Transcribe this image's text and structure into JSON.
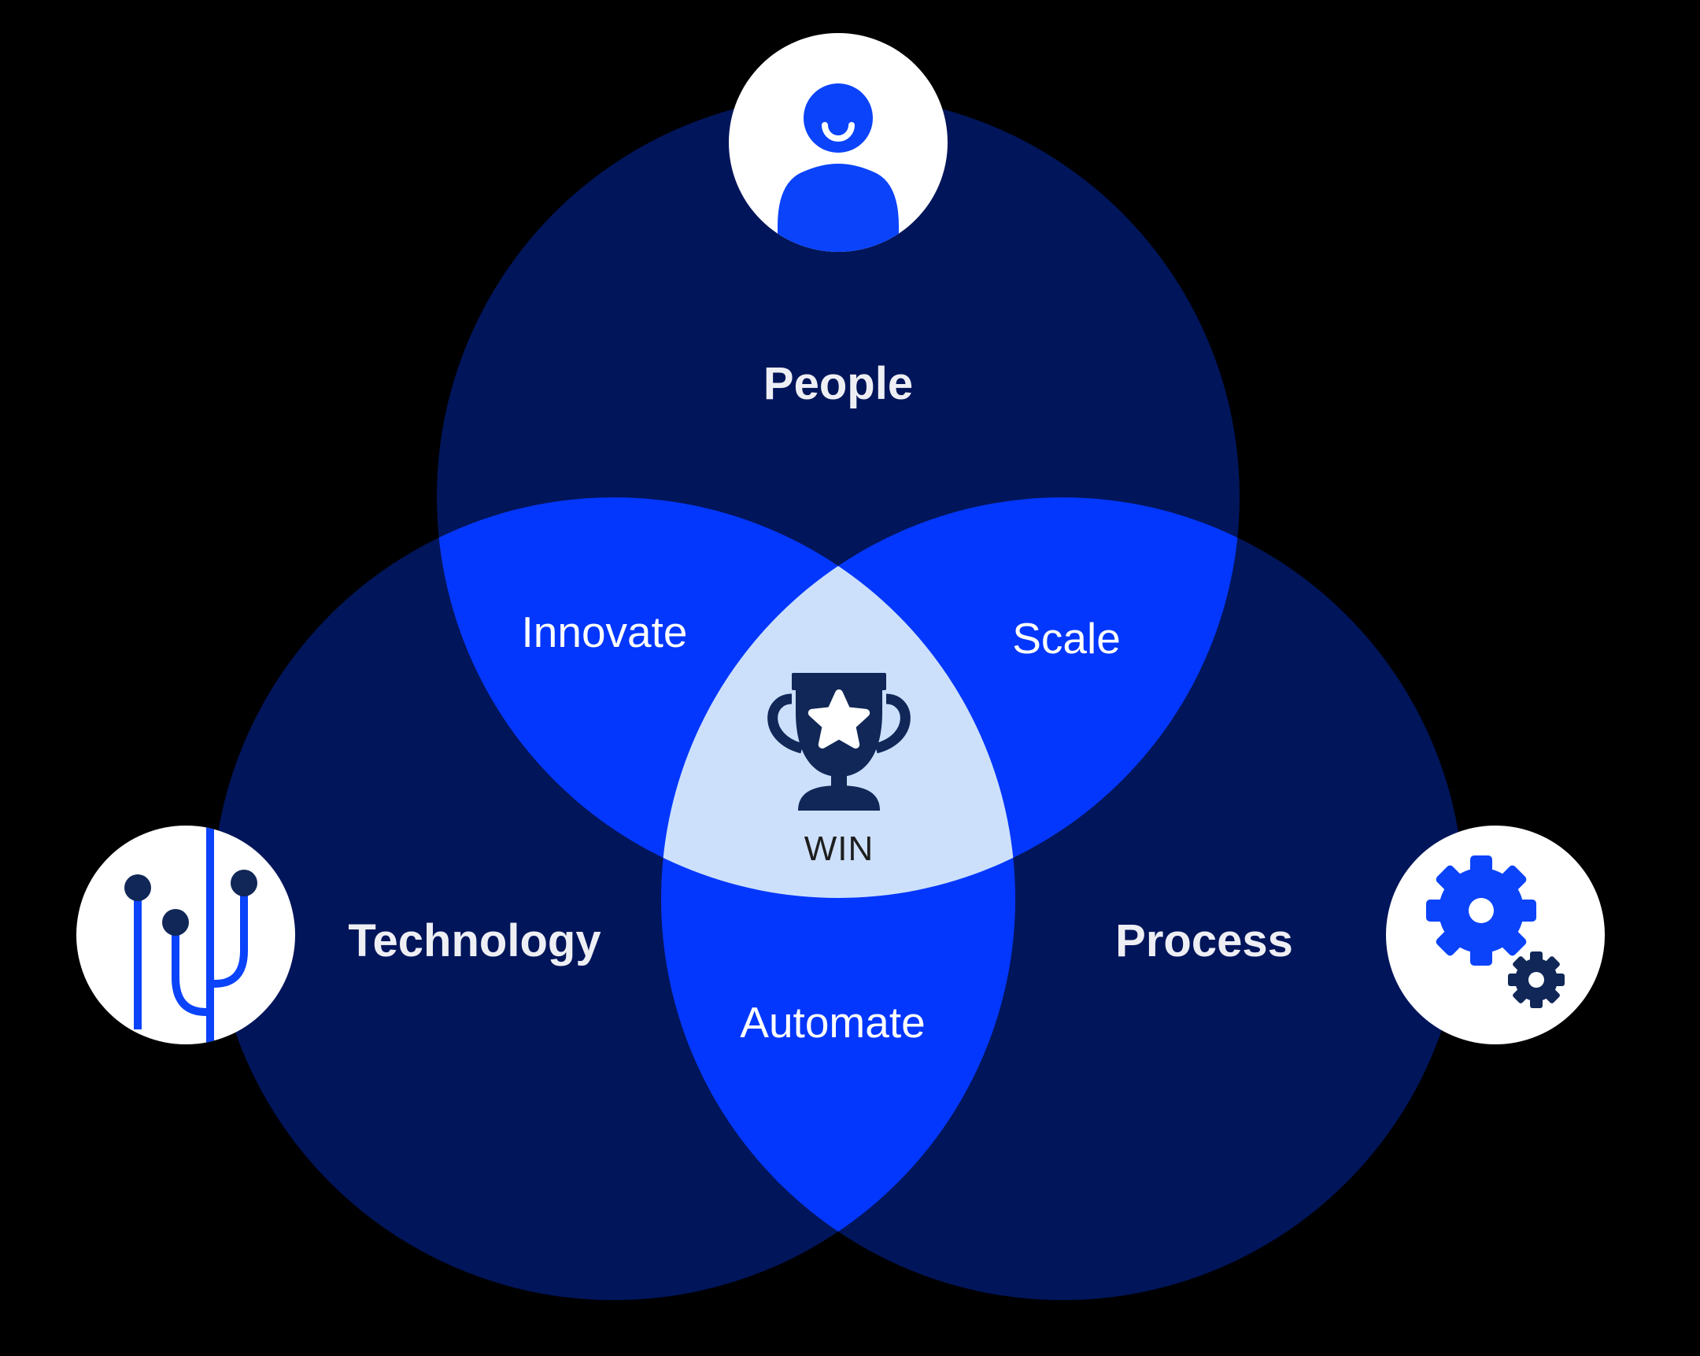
{
  "colors": {
    "background": "#000000",
    "circle": "#01155A",
    "overlap": "#0337FD",
    "center": "#CCE0FC",
    "badge": "#FFFFFF",
    "icon_accent": "#0A43FA",
    "icon_navy": "#102757",
    "label_outer": "#EEEFF4",
    "label_inner": "#FFFFFF",
    "win_text": "#1E1E1E"
  },
  "diagram": {
    "type": "venn",
    "sets": [
      {
        "label": "People",
        "icon": "person-icon"
      },
      {
        "label": "Technology",
        "icon": "circuit-icon"
      },
      {
        "label": "Process",
        "icon": "gears-icon"
      }
    ],
    "overlaps": [
      {
        "label": "Innovate",
        "between": "People + Technology"
      },
      {
        "label": "Scale",
        "between": "People + Process"
      },
      {
        "label": "Automate",
        "between": "Technology + Process"
      }
    ],
    "center": {
      "label": "WIN",
      "icon": "trophy-icon"
    }
  }
}
